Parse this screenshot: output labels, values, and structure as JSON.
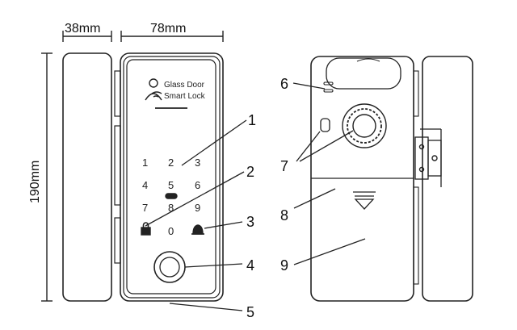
{
  "dimensions": {
    "depth": "38mm",
    "width": "78mm",
    "height": "190mm"
  },
  "brand_text": {
    "line1": "Glass Door",
    "line2": "Smart Lock"
  },
  "keypad": [
    "1",
    "2",
    "3",
    "4",
    "5",
    "6",
    "7",
    "8",
    "9",
    "0"
  ],
  "callouts": [
    "1",
    "2",
    "3",
    "4",
    "5",
    "6",
    "7",
    "8",
    "9"
  ],
  "icons": {
    "user_wifi": "user-wireless-icon",
    "lock": "padlock-icon",
    "bell": "doorbell-icon",
    "fingerprint": "fingerprint-sensor-icon",
    "key_cylinder": "key-cylinder-icon",
    "battery_cover": "battery-cover-arrow-icon"
  }
}
